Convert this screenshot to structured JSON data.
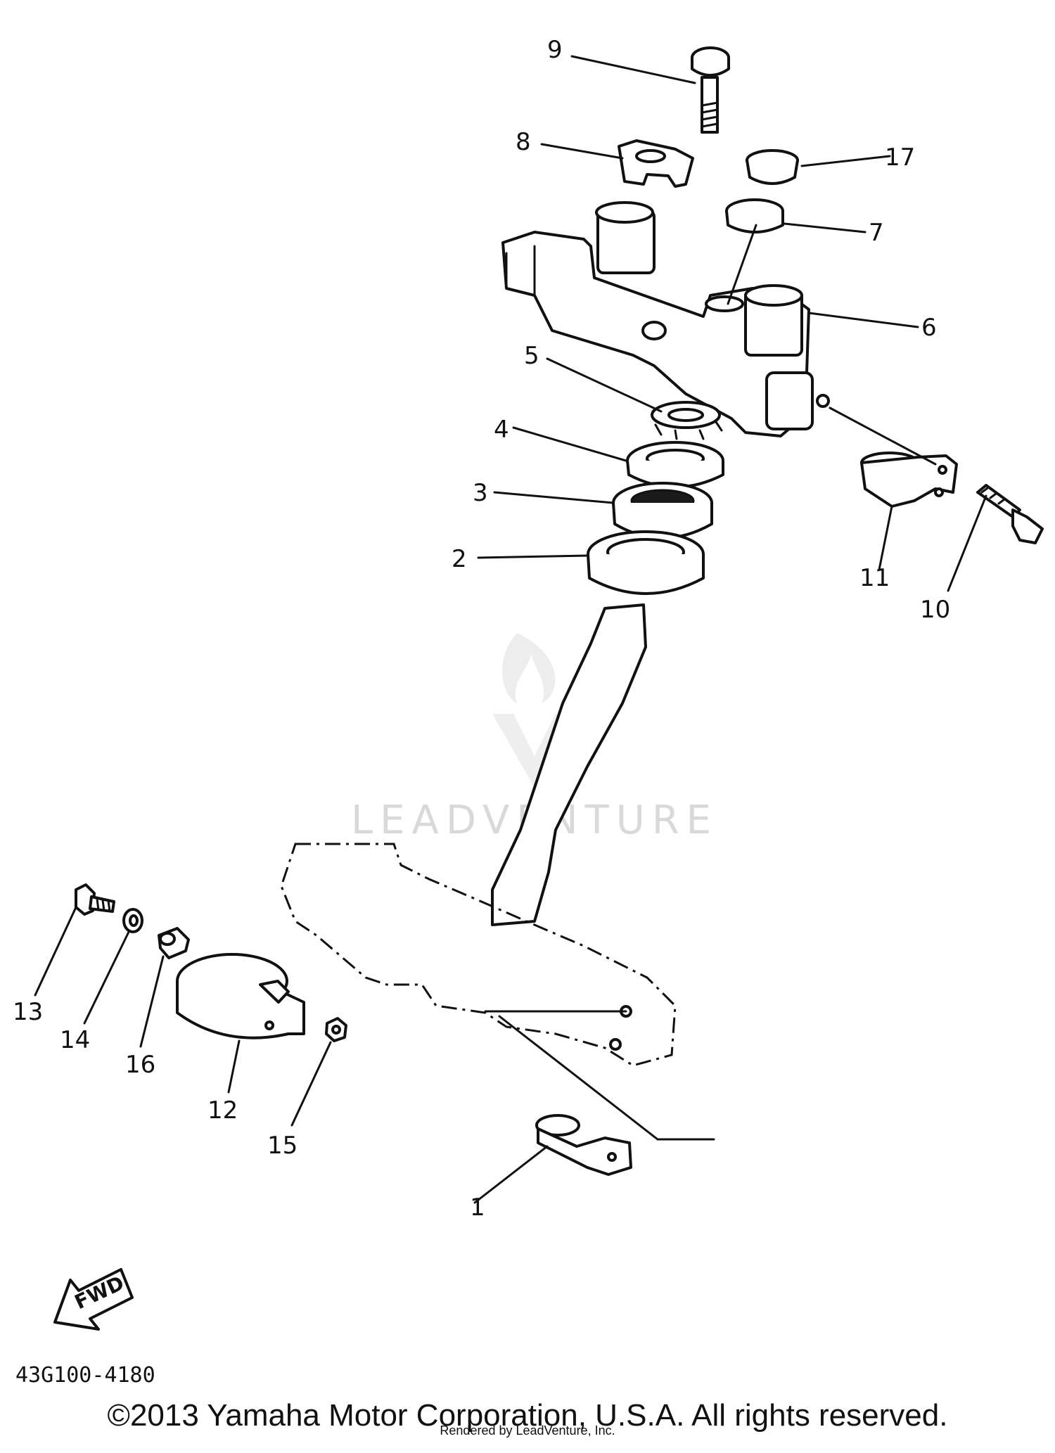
{
  "diagram": {
    "callouts": [
      "1",
      "2",
      "3",
      "4",
      "5",
      "6",
      "7",
      "8",
      "9",
      "10",
      "11",
      "12",
      "13",
      "14",
      "15",
      "16",
      "17"
    ],
    "diagram_code": "43G100-4180",
    "fwd_label": "FWD",
    "watermark": "LEADVENTURE"
  },
  "footer": {
    "copyright": "©2013 Yamaha Motor Corporation, U.S.A. All rights reserved.",
    "rendered_by": "Rendered by LeadVenture, Inc."
  },
  "colors": {
    "ink": "#111111",
    "background": "#ffffff",
    "watermark": "#d9d9d9"
  }
}
